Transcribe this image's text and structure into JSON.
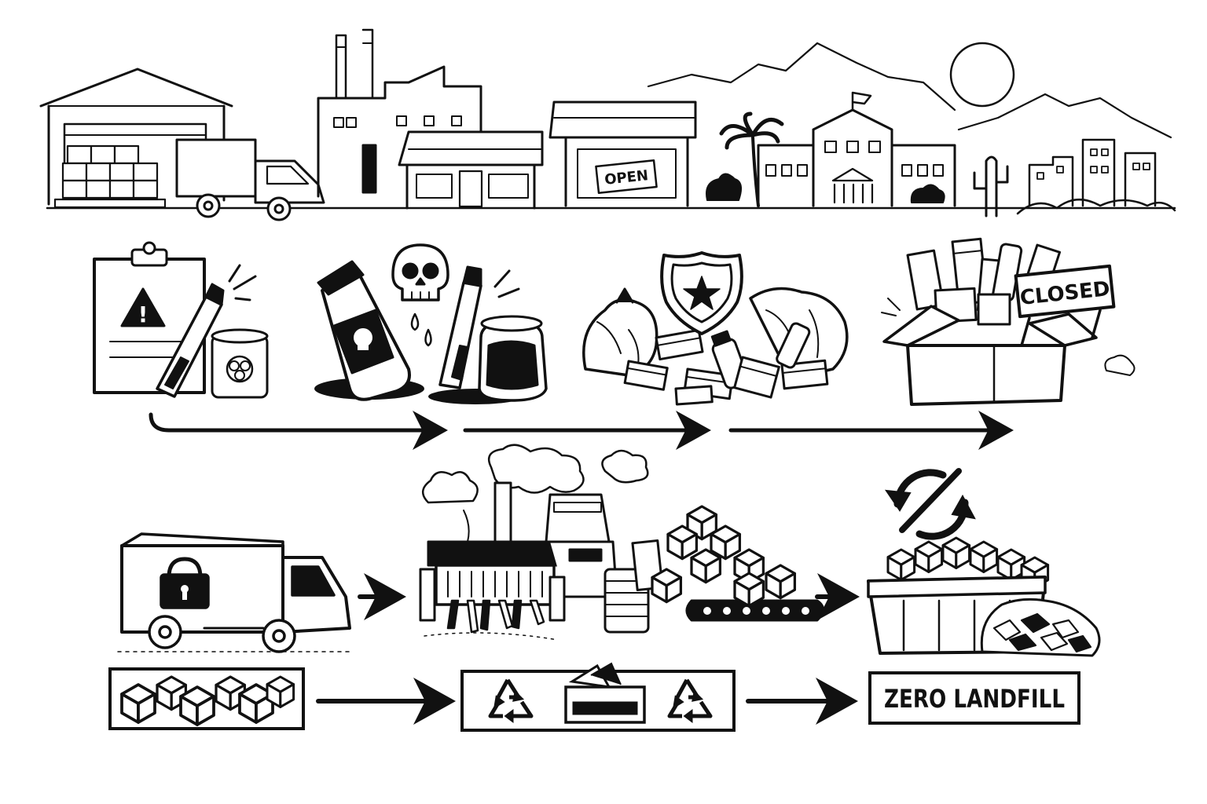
{
  "signs": {
    "open": "OPEN",
    "closed": "CLOSED",
    "zero_landfill": "ZERO LANDFILL"
  },
  "colors": {
    "ink": "#111111",
    "paper": "#ffffff",
    "shade": "#1a1a1a"
  },
  "icons": [
    "warehouse-icon",
    "delivery-truck-icon",
    "factory-icon",
    "storefront-icon",
    "open-sign-icon",
    "palm-tree-icon",
    "government-building-icon",
    "cactus-icon",
    "mountains-icon",
    "sun-icon",
    "clipboard-warning-icon",
    "vape-pen-icon",
    "biohazard-jar-icon",
    "poison-bottle-icon",
    "skull-icon",
    "police-badge-icon",
    "trash-pile-icon",
    "box-icon",
    "closed-sign-icon",
    "locked-truck-icon",
    "shredder-factory-icon",
    "conveyor-icon",
    "dumpster-icon",
    "no-recycle-icon",
    "recycle-icon",
    "cube-pile-icon"
  ]
}
